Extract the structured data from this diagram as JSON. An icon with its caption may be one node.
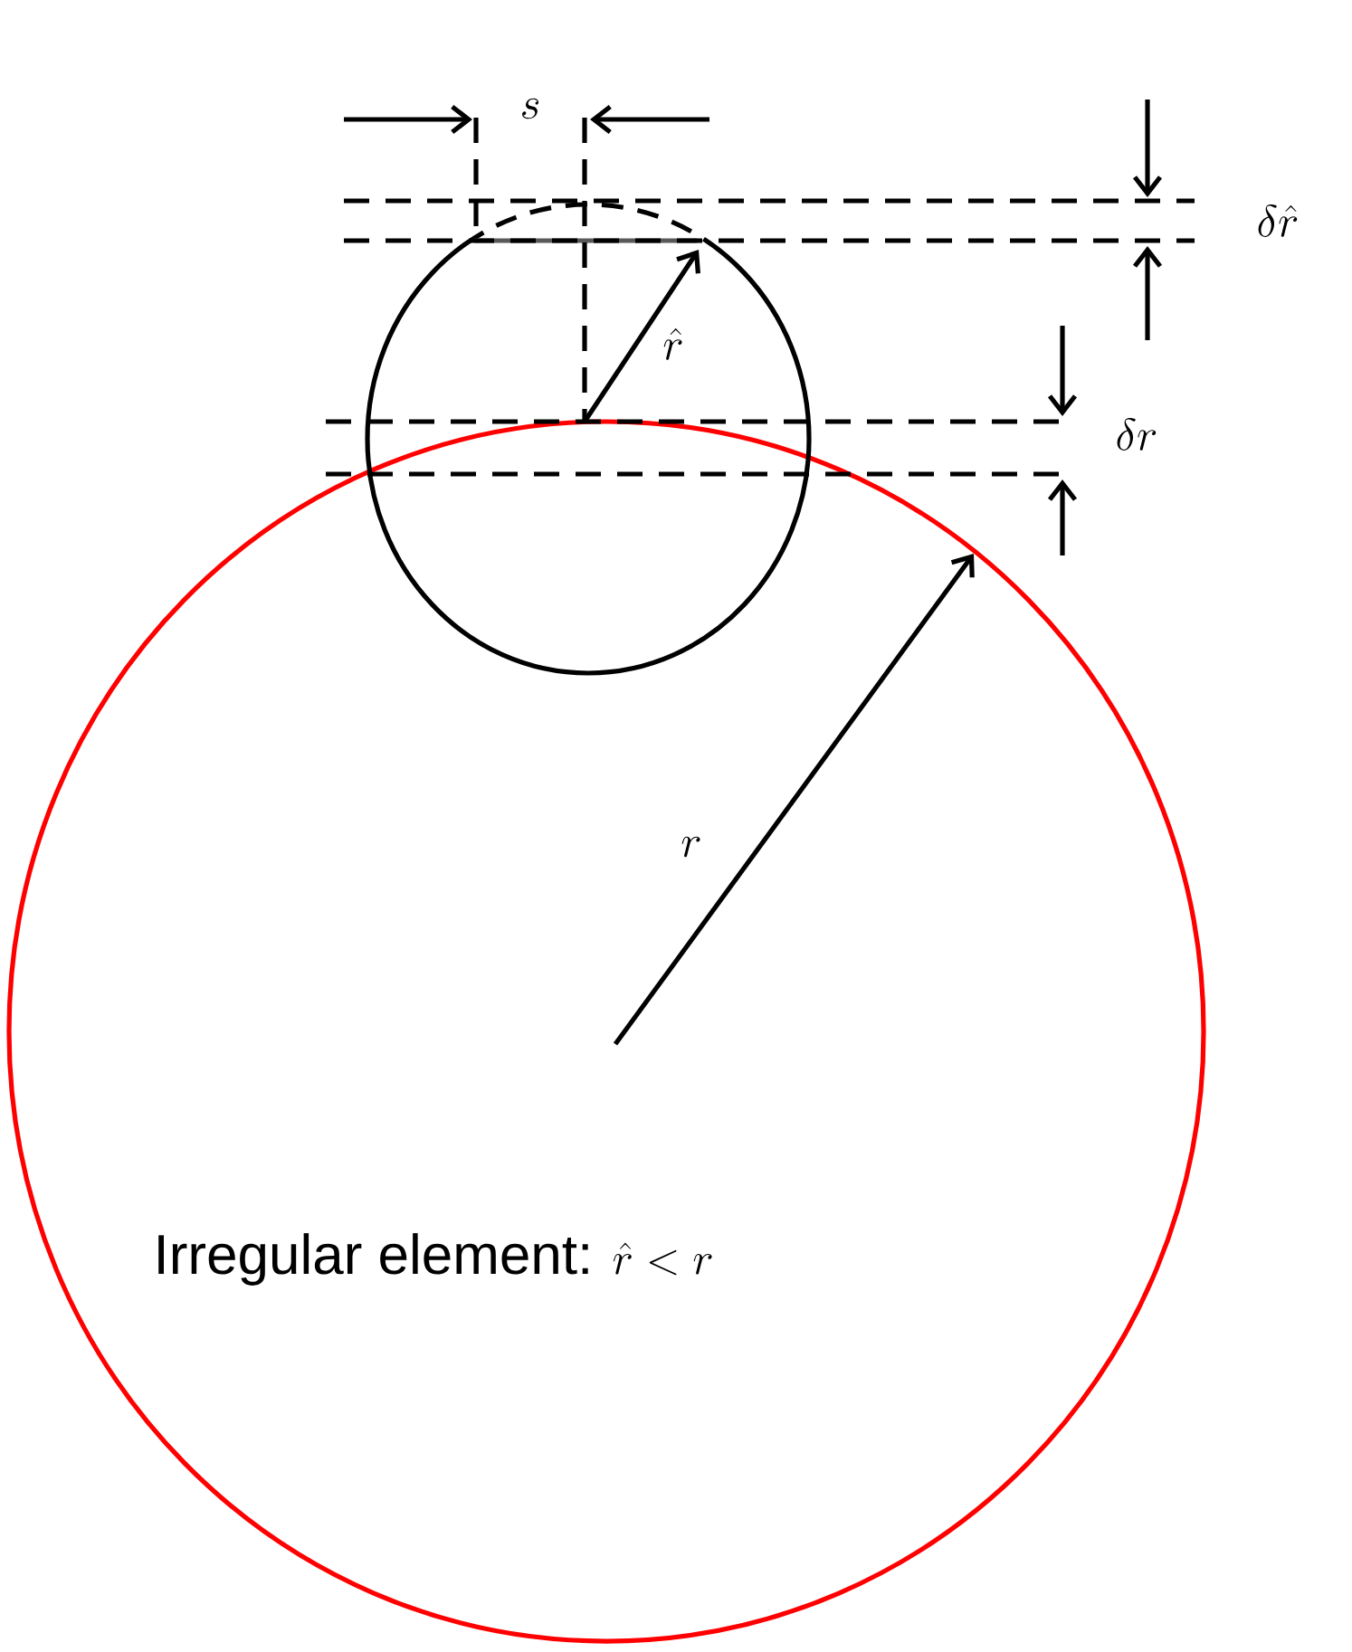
{
  "diagram": {
    "labels": [
      "s",
      "\\delta\\hat{r}",
      "\\hat{r}",
      "\\delta r",
      "r",
      "Irregular element:",
      "\\hat{r} < r"
    ]
  }
}
